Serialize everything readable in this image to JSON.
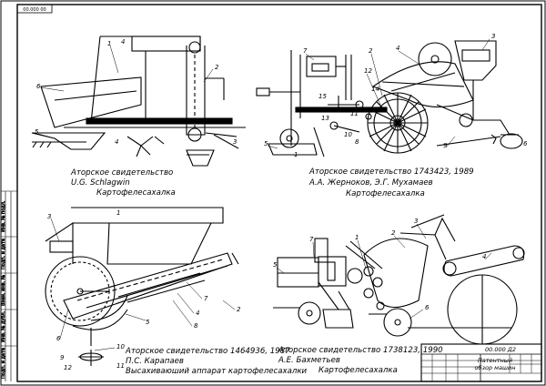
{
  "sheet": {
    "corner_code": "00.000 00",
    "side_labels": [
      "Инв. № подл.",
      "Подп. и дата",
      "Взам. инв. №",
      "Инв. № дубл.",
      "Подп. и дата"
    ]
  },
  "panels": {
    "top_left": {
      "caption_lines": [
        "Аторское свидетельство",
        "U.G. Schlagwin",
        "Картофелесахалка"
      ],
      "callouts": [
        "1",
        "4",
        "6",
        "2",
        "5",
        "4",
        "3"
      ]
    },
    "top_right": {
      "caption_lines": [
        "Аторское свидетельство  1743423, 1989",
        "А.А. Жерноков, Э.Г. Мухамаев",
        "Картофелесахалка"
      ],
      "callouts": [
        "7",
        "2",
        "3",
        "4",
        "12",
        "14",
        "15",
        "13",
        "11",
        "10",
        "8",
        "5",
        "1",
        "9",
        "6"
      ]
    },
    "bottom_left": {
      "caption_lines": [
        "Аторское свидетельство  1464936, 1987",
        "П.С. Карапаев",
        "Высахиваюший аппарат картофелесахалки"
      ],
      "callouts": [
        "3",
        "1",
        "2",
        "7",
        "4",
        "8",
        "5",
        "6",
        "9",
        "10",
        "12",
        "11"
      ]
    },
    "bottom_right": {
      "caption_lines": [
        "Аторское свидетельство  1738123, 1990",
        "А.Е. Бахметьев",
        "Картофелесахалка"
      ],
      "callouts": [
        "7",
        "1",
        "2",
        "3",
        "4",
        "5",
        "6"
      ]
    }
  },
  "title_block": {
    "designation": "00.000 Д2",
    "name_lines": [
      "Патентный",
      "обзор  машин"
    ]
  }
}
